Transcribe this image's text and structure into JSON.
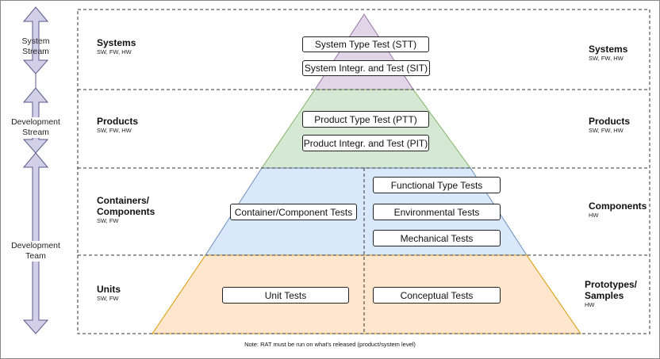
{
  "streams": [
    {
      "id": "system",
      "label": "System\nStream"
    },
    {
      "id": "development",
      "label": "Development\nStream"
    },
    {
      "id": "team",
      "label": "Development\nTeam"
    }
  ],
  "levels_left": [
    {
      "title": "Systems",
      "sub": "SW, FW, HW"
    },
    {
      "title": "Products",
      "sub": "SW, FW, HW"
    },
    {
      "title": "Containers/\nComponents",
      "sub": "SW, FW"
    },
    {
      "title": "Units",
      "sub": "SW, FW"
    }
  ],
  "levels_right": [
    {
      "title": "Systems",
      "sub": "SW, FW, HW"
    },
    {
      "title": "Products",
      "sub": "SW, FW, HW"
    },
    {
      "title": "Components",
      "sub": "HW"
    },
    {
      "title": "Prototypes/\nSamples",
      "sub": "HW"
    }
  ],
  "tests": {
    "stt": "System Type Test (STT)",
    "sit": "System Integr. and Test (SIT)",
    "ptt": "Product Type Test (PTT)",
    "pit": "Product Integr. and Test (PIT)",
    "container": "Container/Component Tests",
    "functional": "Functional Type Tests",
    "environmental": "Environmental Tests",
    "mechanical": "Mechanical Tests",
    "unit": "Unit Tests",
    "conceptual": "Conceptual Tests"
  },
  "colors": {
    "systems": "#e1d5e7",
    "products": "#d5e8d4",
    "containers": "#dae8fc",
    "units": "#ffe6cc",
    "arrow": "#d4cfe8"
  },
  "note": "Note: RAT must be run on what's released (product/system level)"
}
